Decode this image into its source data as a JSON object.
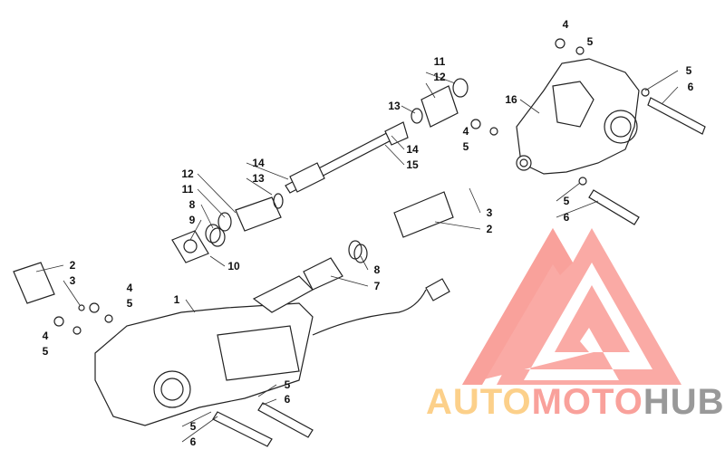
{
  "diagram": {
    "callouts": [
      "4",
      "5",
      "5",
      "6",
      "16",
      "11",
      "12",
      "13",
      "14",
      "15",
      "4",
      "5",
      "3",
      "2",
      "5",
      "6",
      "14",
      "13",
      "12",
      "11",
      "8",
      "9",
      "10",
      "8",
      "7",
      "2",
      "3",
      "4",
      "5",
      "1",
      "4",
      "5",
      "5",
      "6",
      "5",
      "6"
    ]
  },
  "watermark": {
    "text_parts": [
      "AUTO",
      "MOTO",
      "HUB"
    ],
    "colors": {
      "logo": "#f9a19b",
      "auto": "#fcd08a",
      "moto": "#f9a19b",
      "hub": "#999999"
    }
  }
}
